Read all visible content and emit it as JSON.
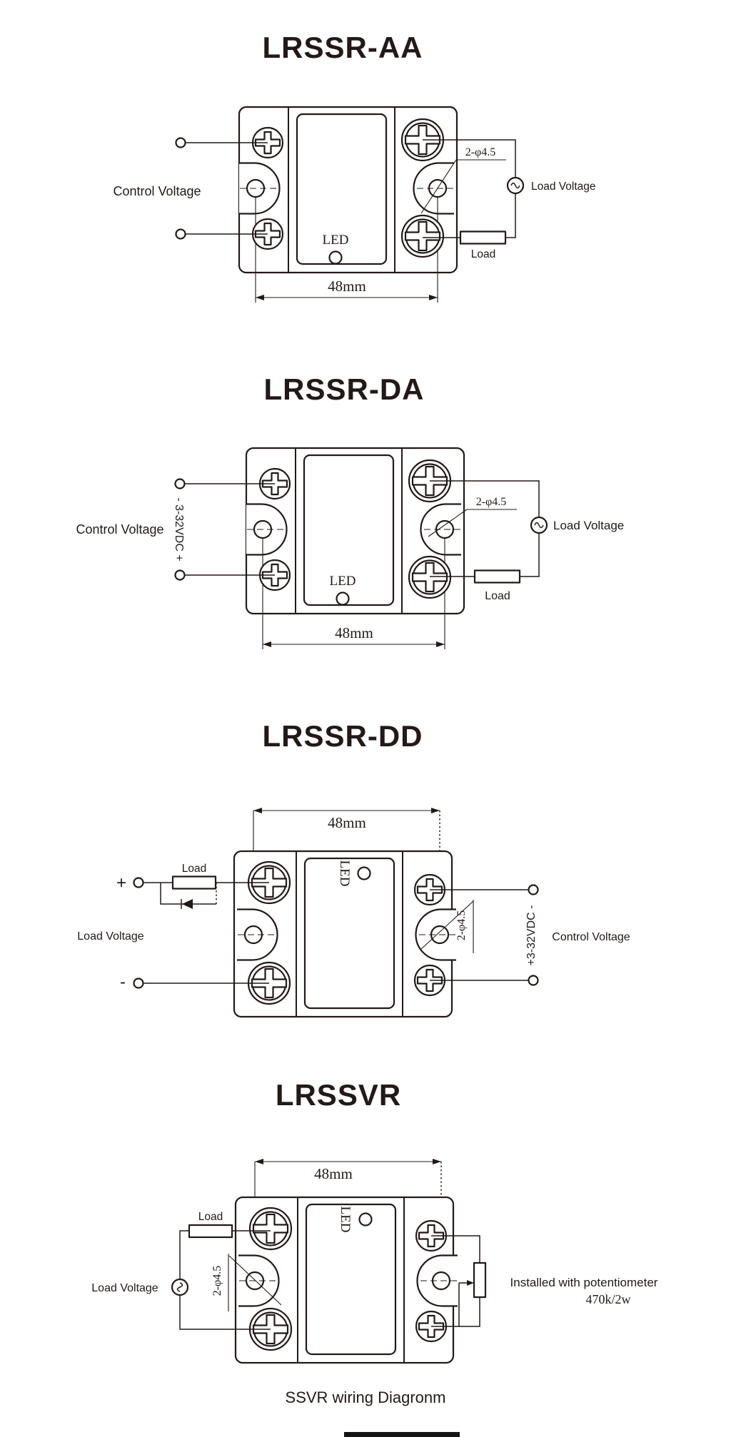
{
  "colors": {
    "ink": "#231916",
    "background": "#ffffff"
  },
  "caption": "SSVR wiring Diagronm",
  "diagrams": [
    {
      "title": "LRSSR-AA",
      "control_label": "Control Voltage",
      "load_voltage_label": "Load Voltage",
      "load_label": "Load",
      "hole_label": "2-φ4.5",
      "dim_label": "48mm",
      "led_label": "LED"
    },
    {
      "title": "LRSSR-DA",
      "control_label": "Control Voltage",
      "control_polarity": "- 3-32VDC +",
      "load_voltage_label": "Load Voltage",
      "load_label": "Load",
      "hole_label": "2-φ4.5",
      "dim_label": "48mm",
      "led_label": "LED"
    },
    {
      "title": "LRSSR-DD",
      "control_label": "Control Voltage",
      "control_polarity": "+3-32VDC -",
      "load_voltage_label": "Load Voltage",
      "load_label": "Load",
      "hole_label": "2-φ4.5",
      "dim_label": "48mm",
      "led_label": "LED",
      "plus_label": "+",
      "minus_label": "-"
    },
    {
      "title": "LRSSVR",
      "load_voltage_label": "Load Voltage",
      "load_label": "Load",
      "hole_label": "2-φ4.5",
      "dim_label": "48mm",
      "led_label": "LED",
      "pot_note": "Installed with potentiometer",
      "pot_value": "470k/2w"
    }
  ]
}
